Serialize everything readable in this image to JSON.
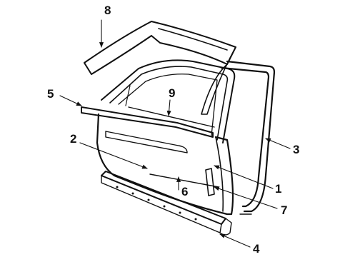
{
  "diagram": {
    "callouts": [
      {
        "id": "1",
        "label": "1"
      },
      {
        "id": "2",
        "label": "2"
      },
      {
        "id": "3",
        "label": "3"
      },
      {
        "id": "4",
        "label": "4"
      },
      {
        "id": "5",
        "label": "5"
      },
      {
        "id": "6",
        "label": "6"
      },
      {
        "id": "7",
        "label": "7"
      },
      {
        "id": "8",
        "label": "8"
      },
      {
        "id": "9",
        "label": "9"
      }
    ],
    "colors": {
      "ink": "#111111",
      "paper": "#ffffff"
    }
  }
}
